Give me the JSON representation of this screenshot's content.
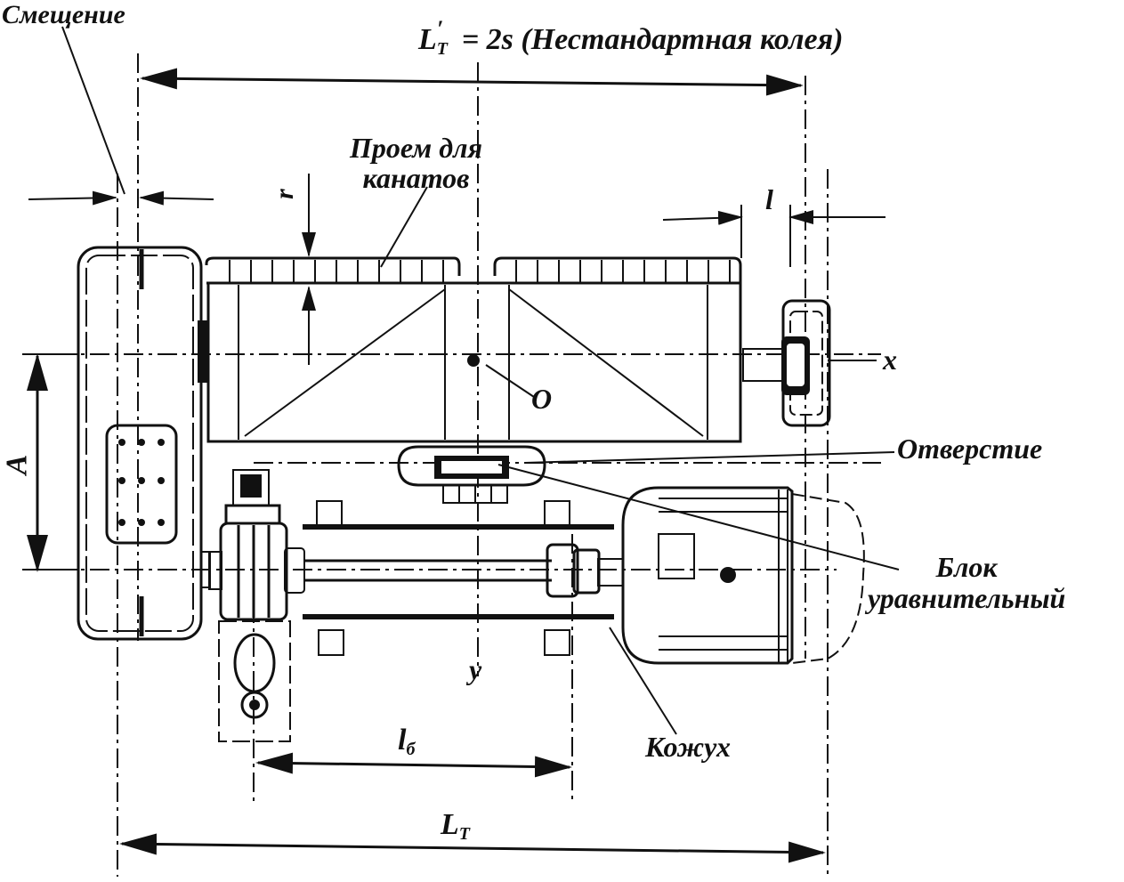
{
  "labels": {
    "offset": "Смещение",
    "track_nonstandard_prefix": "L",
    "track_nonstandard_sub": "T",
    "track_nonstandard_prime": "′",
    "track_nonstandard_suffix": " = 2s (Нестандартная колея)",
    "rope_opening": "Проем для\nканатов",
    "r": "r",
    "l": "l",
    "x": "x",
    "o": "O",
    "hole": "Отверстие",
    "equalizer_block": "Блок\nуравнительный",
    "a": "A",
    "y": "y",
    "lb_prefix": "l",
    "lb_sub": "б",
    "casing": "Кожух",
    "lt_prefix": "L",
    "lt_sub": "T"
  },
  "colors": {
    "ink": "#111111",
    "paper": "#ffffff"
  }
}
